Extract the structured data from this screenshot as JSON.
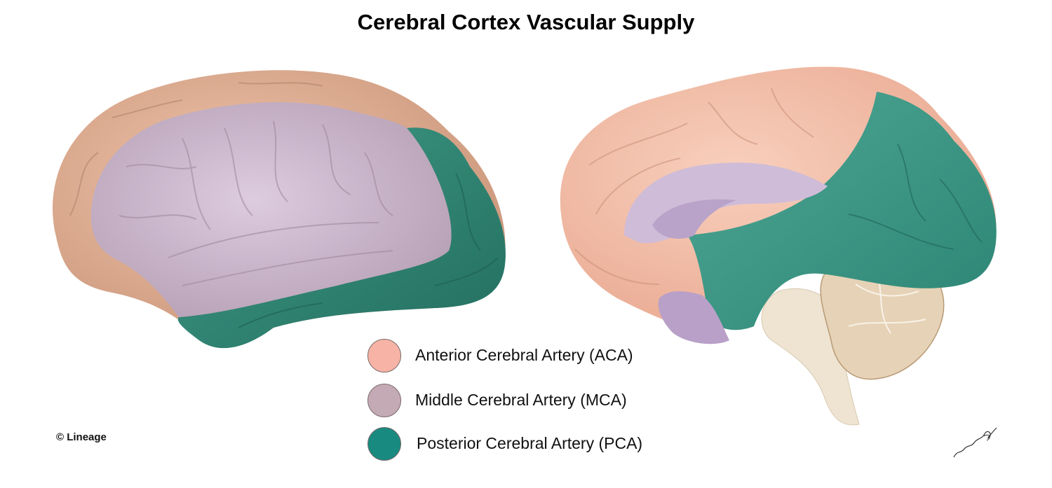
{
  "title": "Cerebral Cortex Vascular Supply",
  "figures": [
    {
      "view": "lateral",
      "regions": [
        "ACA",
        "MCA",
        "PCA"
      ]
    },
    {
      "view": "medial",
      "regions": [
        "ACA",
        "MCA",
        "PCA"
      ],
      "extra_structures": [
        "corpus callosum",
        "brainstem",
        "cerebellum"
      ]
    }
  ],
  "legend": {
    "items": [
      {
        "label": "Anterior Cerebral Artery (ACA)",
        "color": "#f7b3a6"
      },
      {
        "label": "Middle Cerebral Artery (MCA)",
        "color": "#c4aab4"
      },
      {
        "label": "Posterior Cerebral Artery (PCA)",
        "color": "#198a80"
      }
    ]
  },
  "colors": {
    "aca_region": "#e8b39c",
    "mca_region": "#c8b3c8",
    "pca_region": "#2f8d7d",
    "brainstem": "#efe4d2",
    "cerebellum": "#e6d2b6"
  },
  "copyright": "© Lineage",
  "signature": "artist signature"
}
